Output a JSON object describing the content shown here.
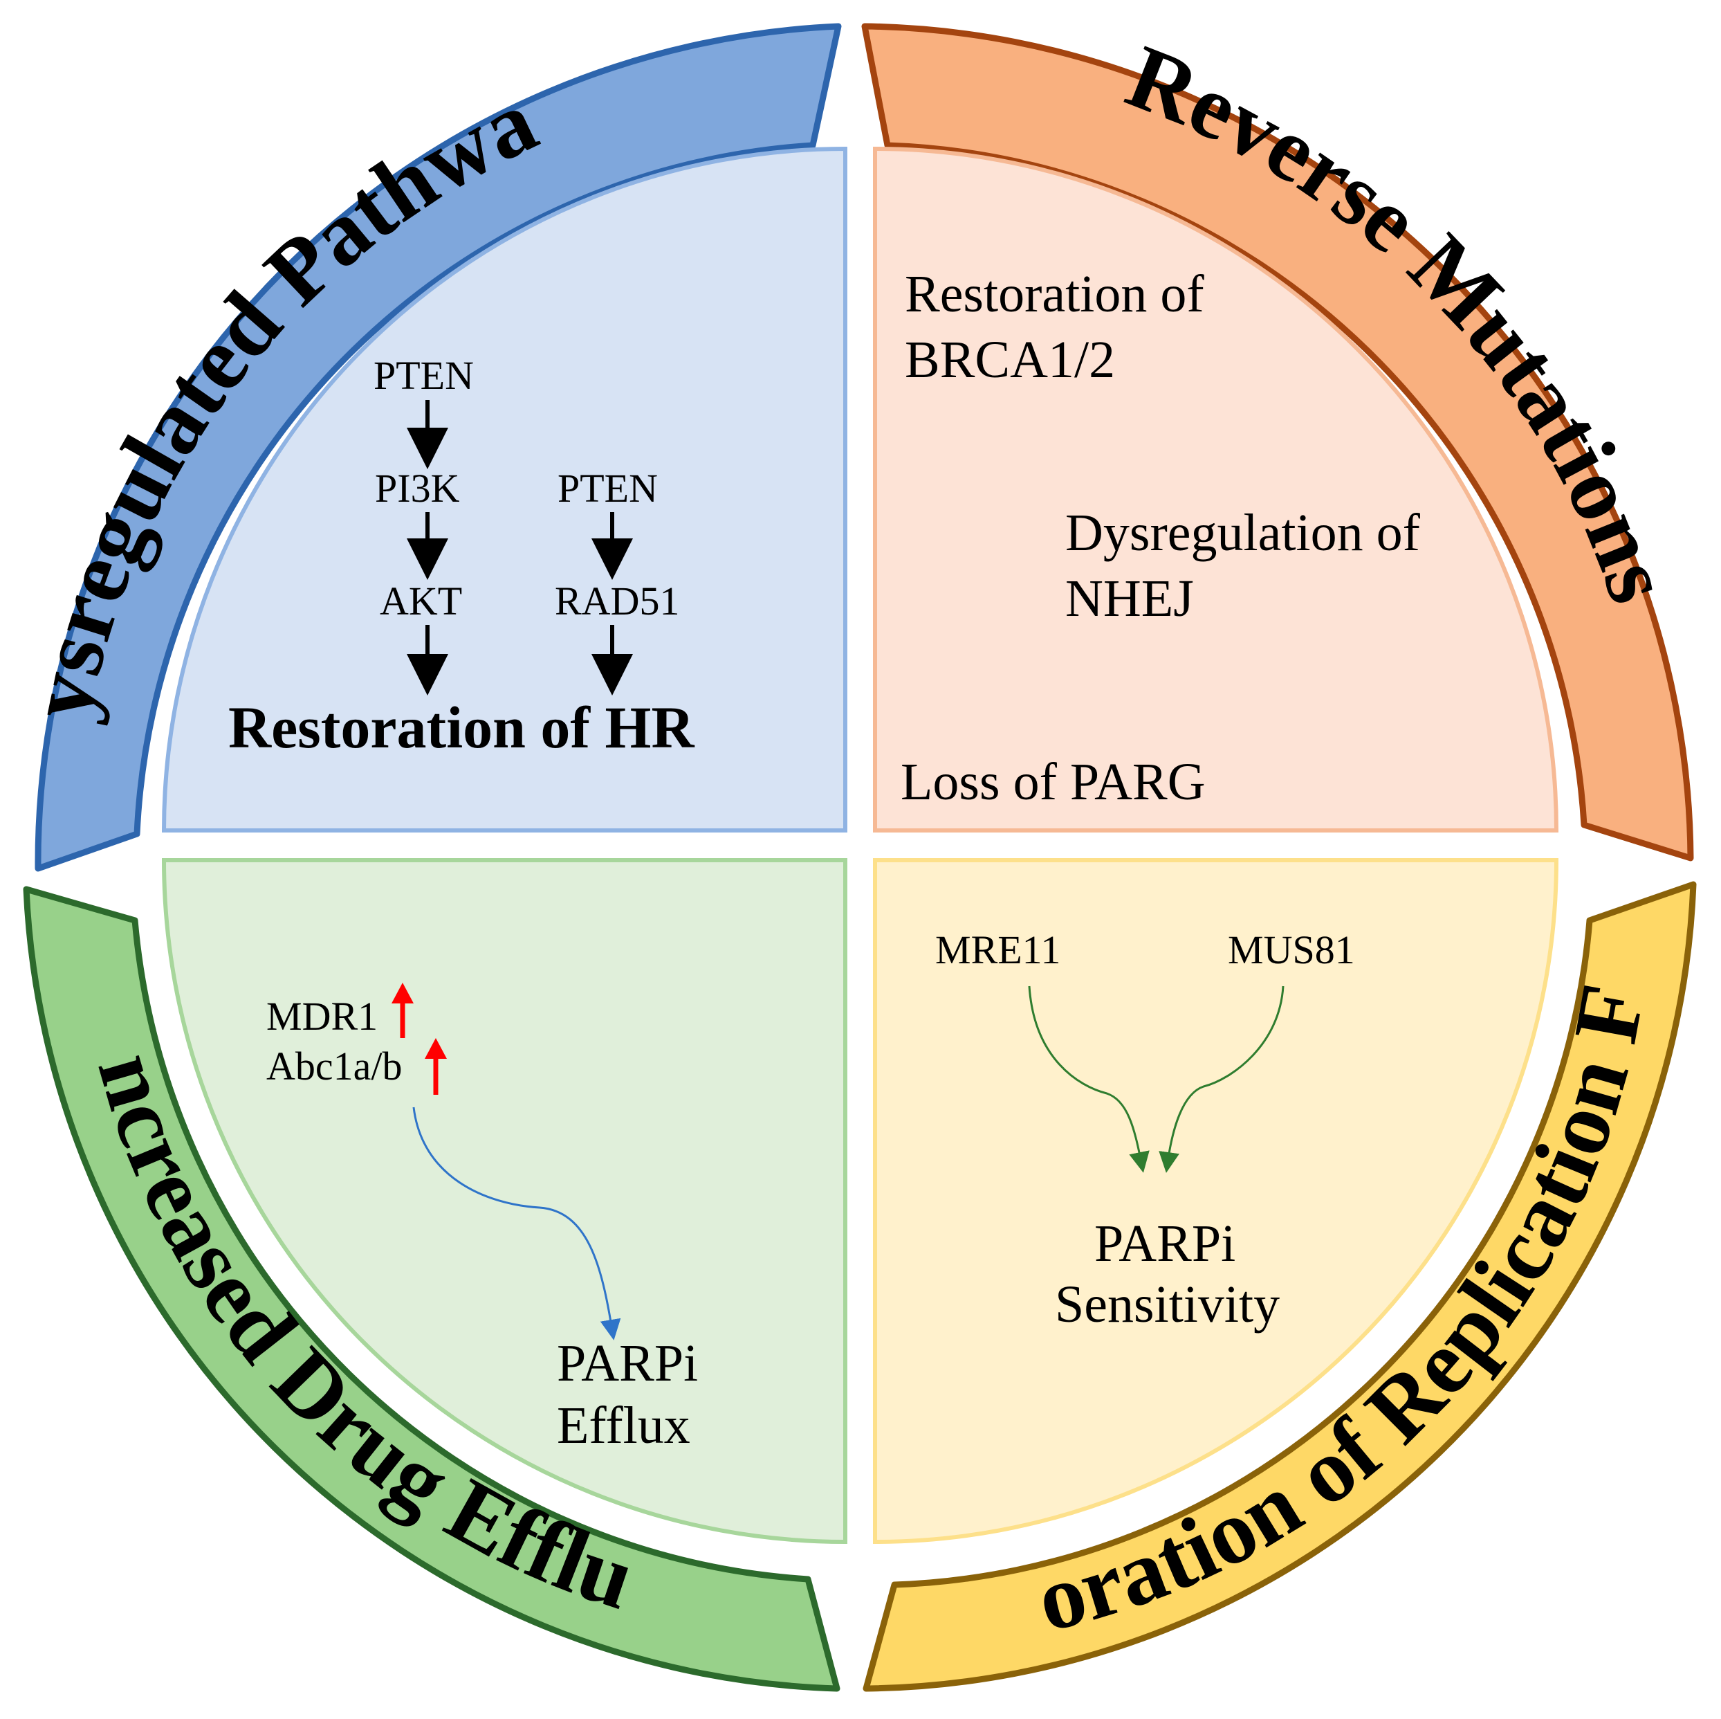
{
  "arcs": {
    "top_left": "Dysregulated Pathways",
    "top_right": "Reverse Mutations",
    "bottom_left": "Increased Drug Efflux",
    "bottom_right": "Restoration of Replication Fork"
  },
  "quadrant_tl": {
    "pten_1": "PTEN",
    "pi3k": "PI3K",
    "akt": "AKT",
    "pten_2": "PTEN",
    "rad51": "RAD51",
    "result": "Restoration of HR"
  },
  "quadrant_tr": {
    "line1": "Restoration of",
    "line2": "BRCA1/2",
    "line3": "Dysregulation of",
    "line4": "NHEJ",
    "line5": "Loss of PARG"
  },
  "quadrant_bl": {
    "mdr1": "MDR1",
    "abc": "Abc1a/b",
    "result_1": "PARPi",
    "result_2": "Efflux"
  },
  "quadrant_br": {
    "mre11": "MRE11",
    "mus81": "MUS81",
    "result_1": "PARPi",
    "result_2": "Sensitivity"
  },
  "colors": {
    "blue_arc": "#7fa7dc",
    "blue_stroke": "#2d65ad",
    "blue_fill": "#d7e3f4",
    "blue_border": "#8fb3e3",
    "orange_arc": "#f9b07f",
    "orange_stroke": "#a4440f",
    "orange_fill": "#fde3d6",
    "orange_border": "#f6b994",
    "green_arc": "#98d18a",
    "green_stroke": "#2c6a2c",
    "green_fill": "#e0efda",
    "green_border": "#a7d69b",
    "yellow_arc": "#fed866",
    "yellow_stroke": "#8a6209",
    "yellow_fill": "#fff1cc",
    "yellow_border": "#fde08a",
    "up_arrow": "#ff0000"
  }
}
